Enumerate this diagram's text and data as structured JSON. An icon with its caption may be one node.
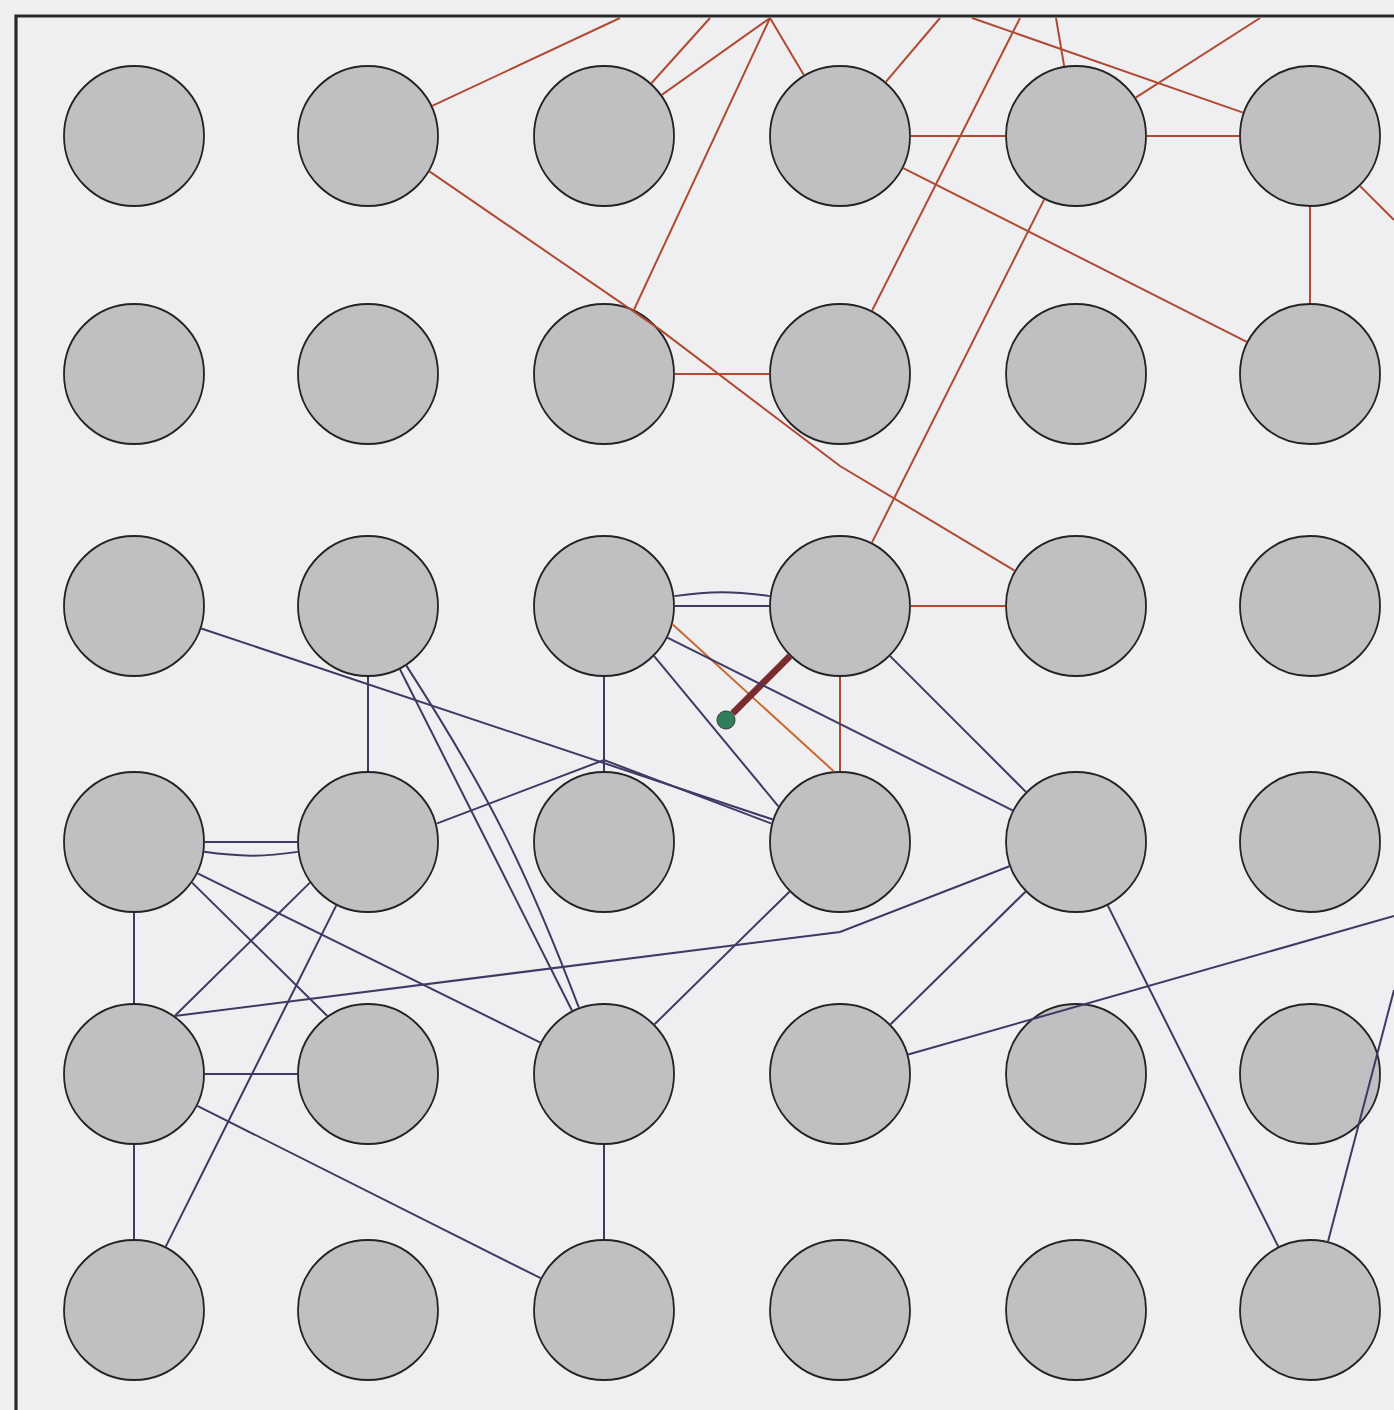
{
  "diagram": {
    "nodes": [
      {
        "text": [],
        "shape": "circle"
      },
      {
        "text": [],
        "shape": "circle"
      },
      {
        "text": [],
        "shape": "circle"
      },
      {
        "text": [],
        "shape": "circle"
      },
      {
        "text": [],
        "shape": "circle"
      },
      {
        "text": [],
        "shape": "circle"
      },
      {
        "text": [],
        "shape": "circle"
      },
      {
        "text": [],
        "shape": "circle"
      },
      {
        "text": [],
        "shape": "circle"
      },
      {
        "text": [],
        "shape": "circle"
      },
      {
        "text": [],
        "shape": "circle"
      },
      {
        "text": [],
        "shape": "circle"
      },
      {
        "text": [],
        "shape": "circle"
      },
      {
        "text": [],
        "shape": "circle"
      },
      {
        "text": [],
        "shape": "circle"
      },
      {
        "text": [],
        "shape": "circle"
      },
      {
        "text": [],
        "shape": "circle"
      },
      {
        "text": [],
        "shape": "circle"
      },
      {
        "text": [],
        "shape": "circle"
      },
      {
        "text": [],
        "shape": "circle"
      },
      {
        "text": [],
        "shape": "circle"
      },
      {
        "text": [],
        "shape": "circle"
      },
      {
        "text": [],
        "shape": "circle"
      },
      {
        "text": [],
        "shape": "circle"
      },
      {
        "text": [],
        "shape": "circle"
      },
      {
        "text": [],
        "shape": "circle"
      },
      {
        "text": [],
        "shape": "circle"
      },
      {
        "text": [],
        "shape": "circle"
      },
      {
        "text": [],
        "shape": "circle"
      },
      {
        "text": [],
        "shape": "circle"
      },
      {
        "text": [],
        "shape": "circle"
      },
      {
        "text": [],
        "shape": "circle"
      },
      {
        "text": [],
        "shape": "circle"
      },
      {
        "text": [],
        "shape": "circle"
      },
      {
        "text": [],
        "shape": "circle"
      },
      {
        "text": [],
        "shape": "circle"
      },
      {
        "text": [],
        "shape": "circle"
      }
    ],
    "edges": [
      {
        "from": 1,
        "to": null,
        "arrow": "none",
        "color": "#b04a32"
      },
      {
        "from": 1,
        "to": 8,
        "arrow": "none",
        "color": "#b04a32"
      },
      {
        "from": null,
        "to": 2,
        "arrow": "none",
        "color": "#b04a32"
      },
      {
        "from": null,
        "to": 2,
        "arrow": "none",
        "color": "#b04a32"
      },
      {
        "from": null,
        "to": 3,
        "arrow": "none",
        "color": "#b04a32"
      },
      {
        "from": 3,
        "to": null,
        "arrow": "none",
        "color": "#b04a32"
      },
      {
        "from": null,
        "to": 8,
        "arrow": "none",
        "color": "#b04a32"
      },
      {
        "from": 8,
        "to": 9,
        "arrow": "none",
        "color": "#b04a32"
      },
      {
        "from": 9,
        "to": null,
        "arrow": "none",
        "color": "#b04a32"
      },
      {
        "from": 3,
        "to": 4,
        "arrow": "none",
        "color": "#b04a32"
      },
      {
        "from": 3,
        "to": 11,
        "arrow": "none",
        "color": "#b04a32"
      },
      {
        "from": null,
        "to": 5,
        "arrow": "none",
        "color": "#b04a32"
      },
      {
        "from": 4,
        "to": 5,
        "arrow": "none",
        "color": "#b04a32"
      },
      {
        "from": 4,
        "to": null,
        "arrow": "none",
        "color": "#b04a32"
      },
      {
        "from": null,
        "to": 4,
        "arrow": "none",
        "color": "#b04a32"
      },
      {
        "from": 5,
        "to": 11,
        "arrow": "none",
        "color": "#b04a32"
      },
      {
        "from": 5,
        "to": null,
        "arrow": "none",
        "color": "#b04a32"
      },
      {
        "from": 4,
        "to": 15,
        "arrow": "none",
        "color": "#b04a32"
      },
      {
        "from": 15,
        "to": 16,
        "arrow": "none",
        "color": "#b04a32"
      },
      {
        "from": 15,
        "to": 21,
        "arrow": "none",
        "color": "#b04a32"
      },
      {
        "from": 14,
        "to": 21,
        "arrow": "none",
        "color": "#c8682e"
      },
      {
        "from": 15,
        "to": 36,
        "arrow": "none",
        "style": "thick",
        "color": "#7b2b2b"
      },
      {
        "from": 12,
        "to": 21,
        "arrow": "none"
      },
      {
        "from": 13,
        "to": 19,
        "arrow": "none"
      },
      {
        "from": 13,
        "to": 26,
        "arrow": "none"
      },
      {
        "from": 13,
        "to": 26,
        "arrow": "none"
      },
      {
        "from": 14,
        "to": 15,
        "arrow": "none"
      },
      {
        "from": 14,
        "to": 15,
        "arrow": "none"
      },
      {
        "from": 14,
        "to": 21,
        "arrow": "none"
      },
      {
        "from": 14,
        "to": 22,
        "arrow": "none"
      },
      {
        "from": 14,
        "to": 20,
        "arrow": "none"
      },
      {
        "from": 15,
        "to": 22,
        "arrow": "none"
      },
      {
        "from": 19,
        "to": 21,
        "arrow": "none"
      },
      {
        "from": 18,
        "to": 19,
        "arrow": "none"
      },
      {
        "from": 18,
        "to": 19,
        "arrow": "none"
      },
      {
        "from": 21,
        "to": 26,
        "arrow": "none"
      },
      {
        "from": 22,
        "to": 27,
        "arrow": "none"
      },
      {
        "from": 22,
        "to": 35,
        "arrow": "none"
      },
      {
        "from": null,
        "to": 27,
        "arrow": "none"
      },
      {
        "from": null,
        "to": 35,
        "arrow": "none"
      },
      {
        "from": 22,
        "to": 24,
        "arrow": "none"
      },
      {
        "from": 18,
        "to": 24,
        "arrow": "none"
      },
      {
        "from": 18,
        "to": 25,
        "arrow": "none"
      },
      {
        "from": 19,
        "to": 24,
        "arrow": "none"
      },
      {
        "from": 19,
        "to": 30,
        "arrow": "none"
      },
      {
        "from": 18,
        "to": 26,
        "arrow": "none"
      },
      {
        "from": 24,
        "to": 25,
        "arrow": "none"
      },
      {
        "from": 24,
        "to": 30,
        "arrow": "none"
      },
      {
        "from": 24,
        "to": 32,
        "arrow": "none"
      },
      {
        "from": 26,
        "to": 32,
        "arrow": "none"
      },
      {
        "from": 8,
        "to": 16,
        "arrow": "none",
        "color": "#b04a32"
      }
    ]
  }
}
